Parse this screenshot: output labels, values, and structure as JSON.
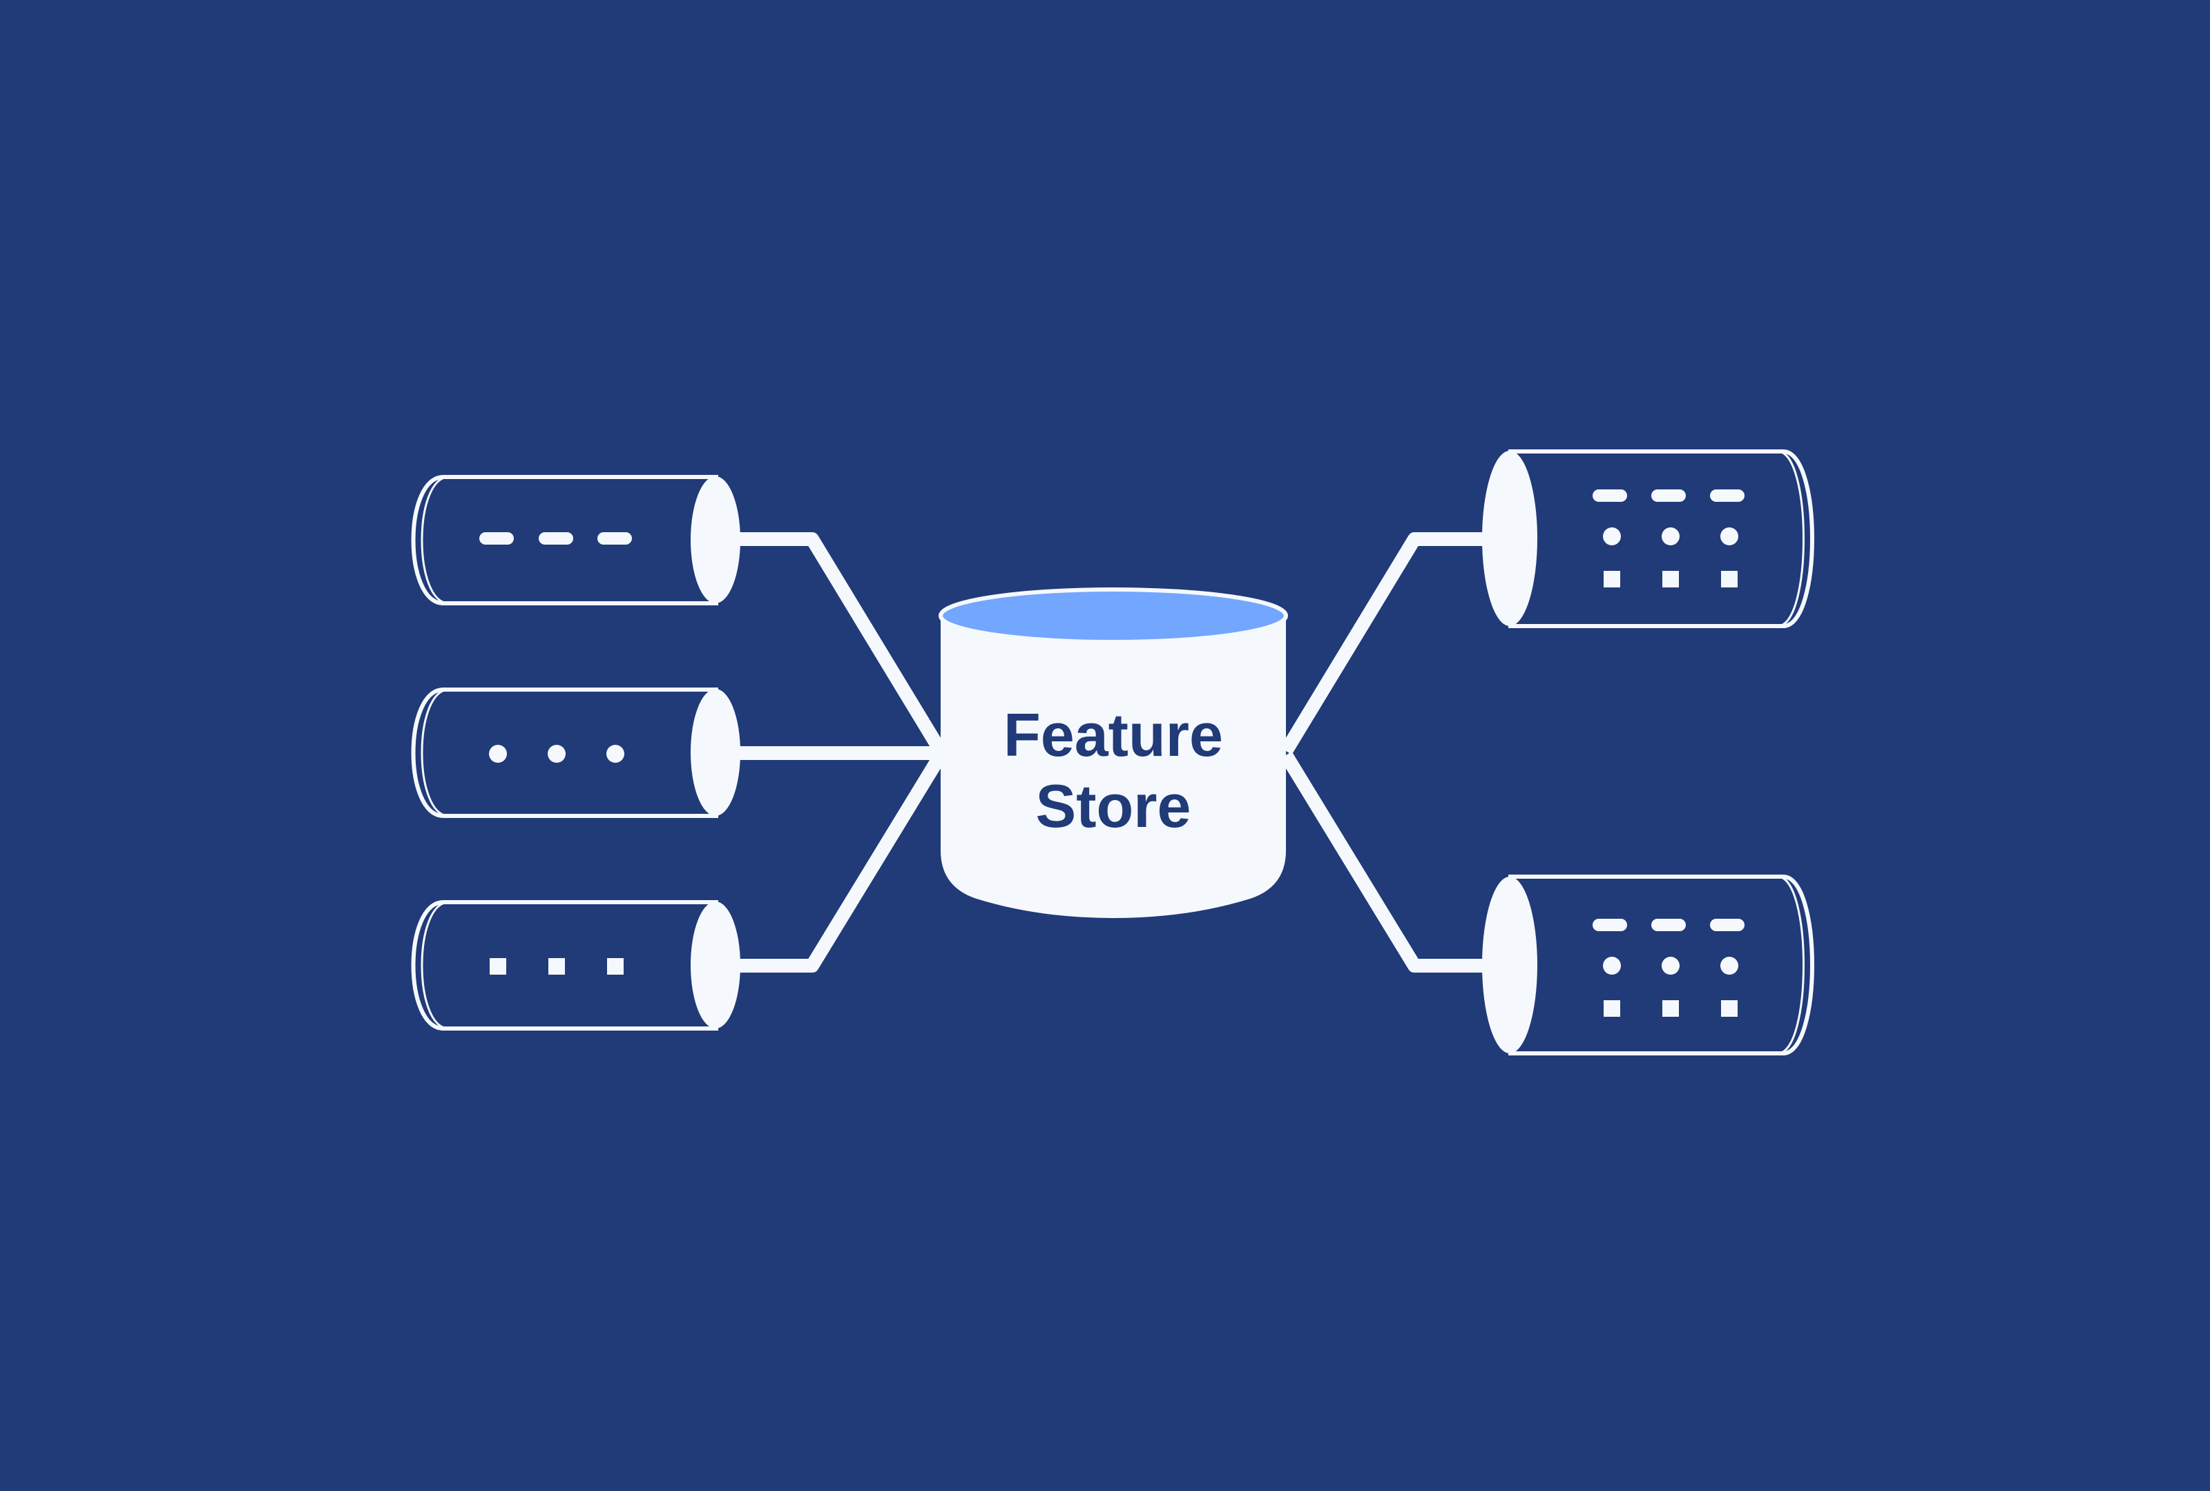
{
  "colors": {
    "background": "#213a78",
    "foreground": "#f5f9fd",
    "store_top": "#73a6ff",
    "store_text": "#213a78"
  },
  "feature_store": {
    "title_line1": "Feature",
    "title_line2": "Store",
    "icon": "database-icon"
  },
  "sources": [
    {
      "icon": "data-source-cylinder-icon",
      "pattern": "dashes"
    },
    {
      "icon": "data-source-cylinder-icon",
      "pattern": "dots"
    },
    {
      "icon": "data-source-cylinder-icon",
      "pattern": "squares"
    }
  ],
  "consumers": [
    {
      "icon": "feature-consumer-cylinder-icon",
      "pattern": "grid"
    },
    {
      "icon": "feature-consumer-cylinder-icon",
      "pattern": "grid"
    }
  ]
}
